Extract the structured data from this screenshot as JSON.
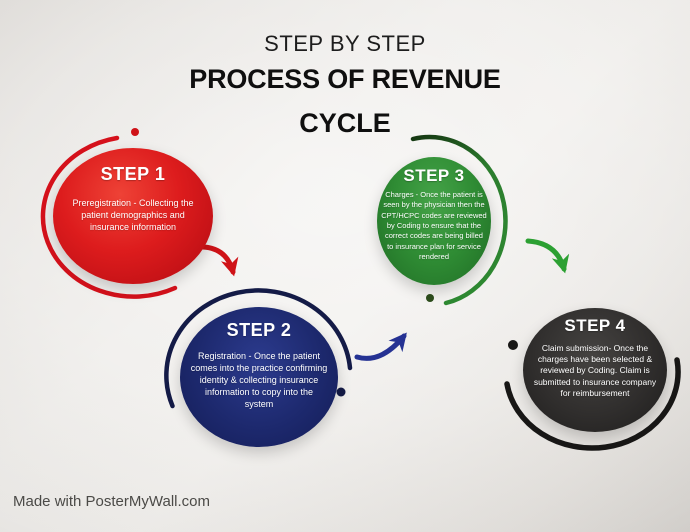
{
  "title": {
    "kicker": "STEP BY STEP",
    "heading_line1": "PROCESS OF REVENUE",
    "heading_line2": "CYCLE"
  },
  "steps": [
    {
      "label": "STEP 1",
      "description": "Preregistration - Collecting the patient demographics and insurance information",
      "color": "#d21318"
    },
    {
      "label": "STEP 2",
      "description": "Registration - Once the patient comes into the practice confirming identity & collecting insurance information to copy into the system",
      "color": "#1d296e"
    },
    {
      "label": "STEP 3",
      "description": "Charges - Once the patient is seen by the physician then the CPT/HCPC codes are reviewed by Coding to ensure that the correct codes are being billed to insurance plan for service rendered",
      "color": "#2f8c34"
    },
    {
      "label": "STEP 4",
      "description": "Claim submission- Once the charges have been selected & reviewed by Coding.  Claim is submitted to insurance company for reimbursement",
      "color": "#2d2b2a"
    }
  ],
  "decorations": {
    "ring_colors": {
      "step1": "#d5111b",
      "step2": "#141b47",
      "step3": "#2c7d2e",
      "step4": "#181716"
    },
    "arrow_colors": {
      "step1_to_step2": "#cf1217",
      "step2_to_step3": "#253293",
      "step3_to_step4": "#2ca032"
    },
    "background_color": "#e9e6e3",
    "text_color": "#ffffff"
  },
  "footer": {
    "credit": "Made with PosterMyWall.com"
  }
}
